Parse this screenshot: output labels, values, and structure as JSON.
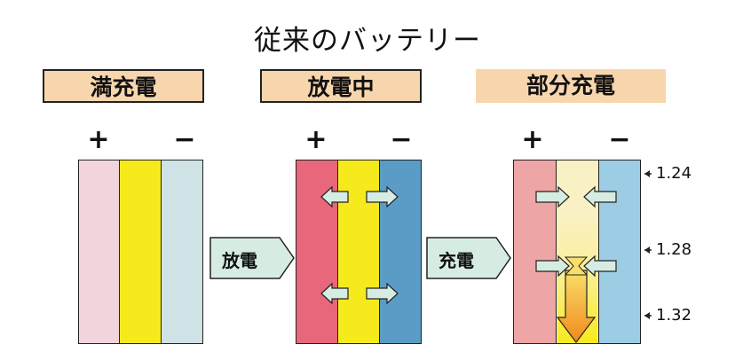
{
  "title": "従来のバッテリー",
  "states": [
    {
      "label": "満充電",
      "plus": "+",
      "minus": "−"
    },
    {
      "label": "放電中",
      "plus": "+",
      "minus": "−"
    },
    {
      "label": "部分充電",
      "plus": "+",
      "minus": "−"
    }
  ],
  "transitions": [
    "放電",
    "充電"
  ],
  "voltage_ticks": [
    "1.24",
    "1.28",
    "1.32"
  ],
  "colors": {
    "label_bg": "#f7d6ae",
    "full_positive": "#f2d5dc",
    "full_electrolyte": "#f7ea1c",
    "full_negative": "#cfe2e6",
    "dis_positive": "#e9677b",
    "dis_electrolyte": "#f7ea1c",
    "dis_negative": "#5a9cc6",
    "part_positive": "#eea5a5",
    "part_electrolyte": "#f9f1c4",
    "part_negative": "#9ccde4",
    "gradient_arrow": "#f08a1c",
    "transfer_arrow": "#d6ece3"
  }
}
